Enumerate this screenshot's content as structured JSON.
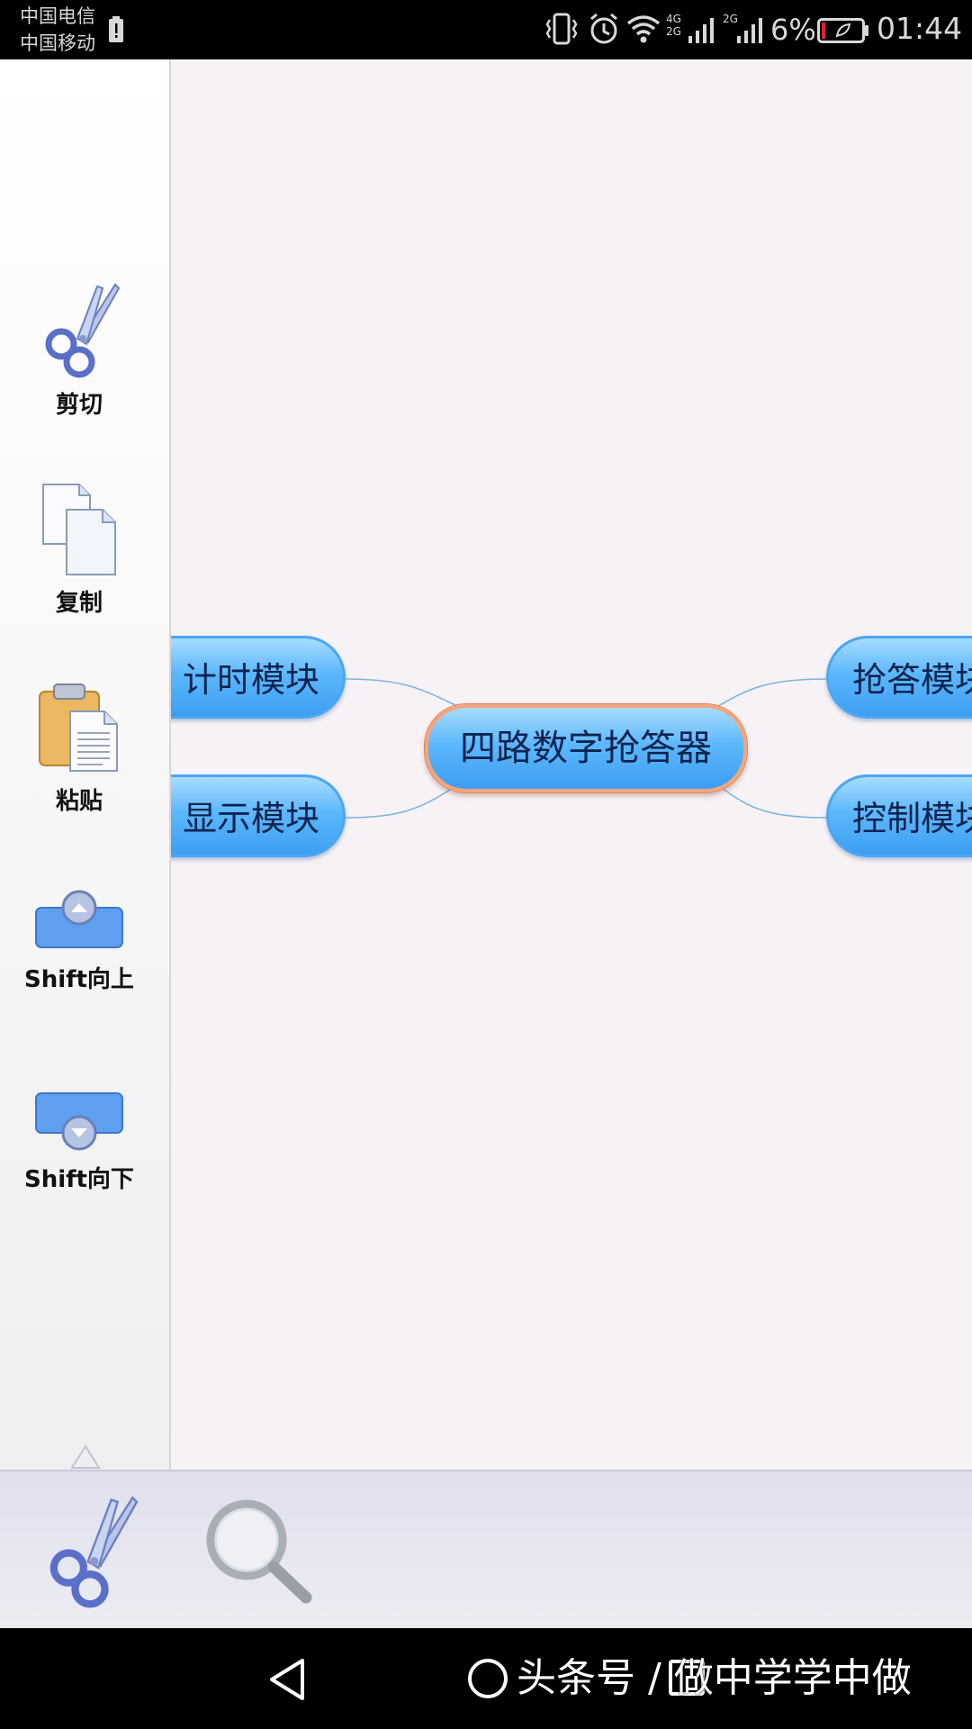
{
  "status_bar": {
    "carrier_1": "中国电信",
    "carrier_2": "中国移动",
    "network_1": "4G 2G",
    "network_2": "2G",
    "battery_percent": "6%",
    "time": "01:44",
    "battery_level": 0.06,
    "icons": [
      "battery-saver-icon",
      "vibrate-icon",
      "alarm-icon",
      "wifi-icon",
      "signal-icon",
      "signal-icon",
      "battery-icon"
    ]
  },
  "sidebar": {
    "items": [
      {
        "label": "剪切",
        "icon": "scissors-icon"
      },
      {
        "label": "复制",
        "icon": "copy-icon"
      },
      {
        "label": "粘贴",
        "icon": "paste-icon"
      },
      {
        "label": "Shift向上",
        "icon": "shift-up-icon"
      },
      {
        "label": "Shift向下",
        "icon": "shift-down-icon"
      }
    ]
  },
  "mindmap": {
    "center": "四路数字抢答器",
    "left_nodes": [
      "计时模块",
      "显示模块"
    ],
    "right_nodes": [
      "抢答模块",
      "控制模块"
    ]
  },
  "toolbar": {
    "icons": [
      "scissors-icon",
      "search-icon"
    ]
  },
  "navbar": {
    "watermark": "头条号 / 做中学学中做",
    "icons": [
      "back-icon",
      "home-icon",
      "recent-apps-icon"
    ]
  },
  "colors": {
    "node_fill": "#5cb8fb",
    "node_border": "#4aa6f4",
    "center_border": "#f1a57e",
    "node_text": "#0e2350",
    "link": "#7fb4dc"
  }
}
